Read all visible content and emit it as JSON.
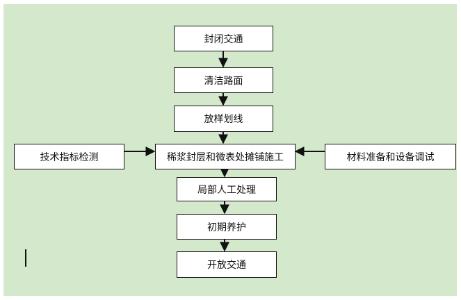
{
  "diagram": {
    "steps": [
      "封闭交通",
      "清洁路面",
      "放样划线",
      "稀浆封层和微表处摊铺施工",
      "局部人工处理",
      "初期养护",
      "开放交通"
    ],
    "side_inputs": {
      "left": "技术指标检测",
      "right": "材料准备和设备调试"
    },
    "colors": {
      "background": "#d4e8cb",
      "box_fill": "#ffffff",
      "stroke": "#111111"
    }
  }
}
